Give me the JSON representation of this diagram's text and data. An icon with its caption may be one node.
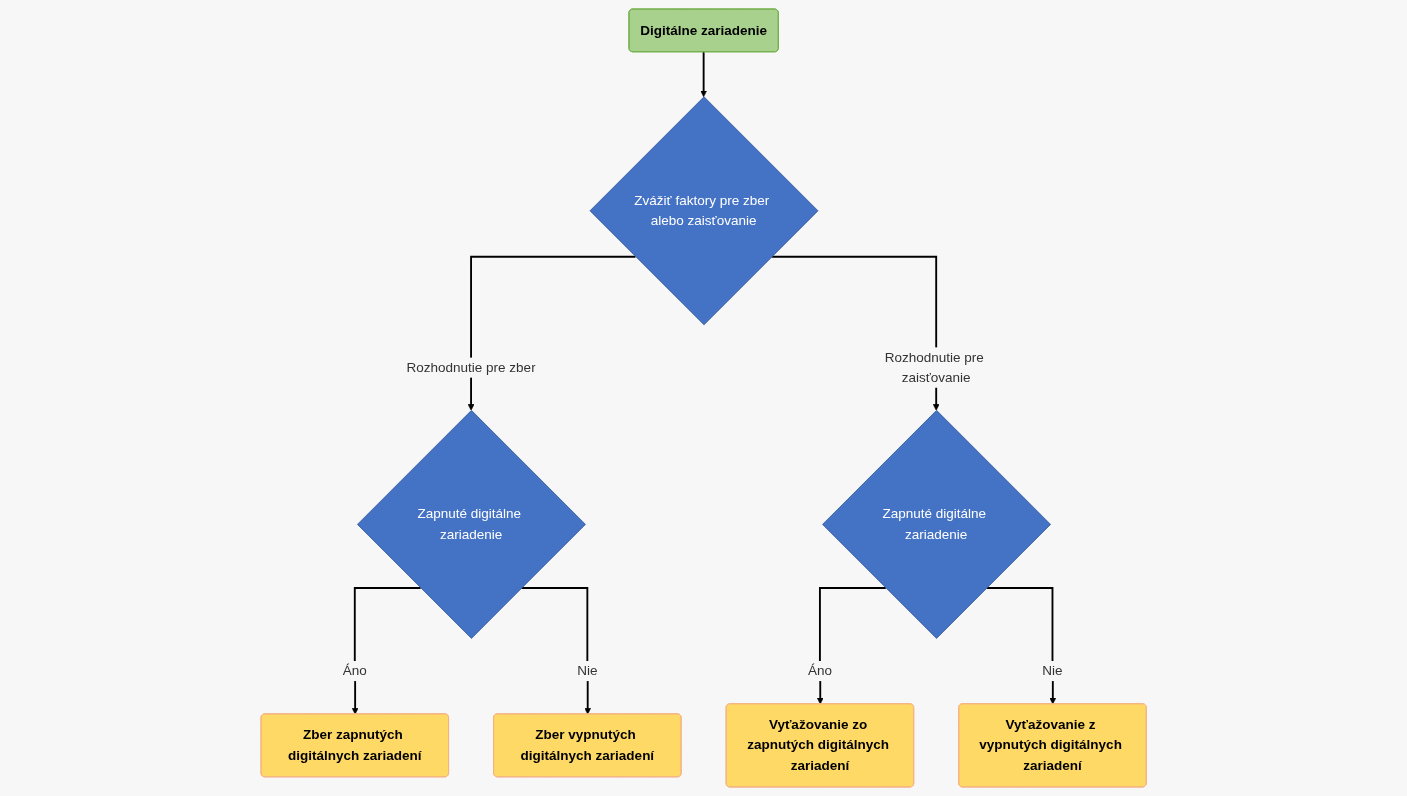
{
  "diagram": {
    "nodes": [
      {
        "text": [
          "Digitálne zariadenie"
        ]
      },
      {
        "text": [
          "Zvážiť faktory pre zber alebo zaisťovanie"
        ]
      },
      {
        "text": [
          "Zapnuté digitálne zariadenie"
        ]
      },
      {
        "text": [
          "Zapnuté digitálne zariadenie"
        ]
      },
      {
        "text": [
          "Zber zapnutých digitálnych zariadení"
        ]
      },
      {
        "text": [
          "Zber vypnutých digitálnych zariadení"
        ]
      },
      {
        "text": [
          "Vyťažovanie zo zapnutých digitálnych zariadení"
        ]
      },
      {
        "text": [
          "Vyťažovanie z vypnutých digitálnych zariadení"
        ]
      }
    ],
    "edges": [
      {
        "from": 0,
        "to": 1,
        "arrow": "to"
      },
      {
        "from": 1,
        "to": 2,
        "arrow": "to",
        "label": "Rozhodnutie pre zber"
      },
      {
        "from": 1,
        "to": 3,
        "arrow": "to",
        "label": "Rozhodnutie pre zaisťovanie"
      },
      {
        "from": 2,
        "to": 4,
        "arrow": "to",
        "label": "Áno"
      },
      {
        "from": 2,
        "to": 5,
        "arrow": "to",
        "label": "Nie"
      },
      {
        "from": 3,
        "to": 6,
        "arrow": "to",
        "label": "Áno"
      },
      {
        "from": 3,
        "to": 7,
        "arrow": "to",
        "label": "Nie"
      }
    ]
  }
}
